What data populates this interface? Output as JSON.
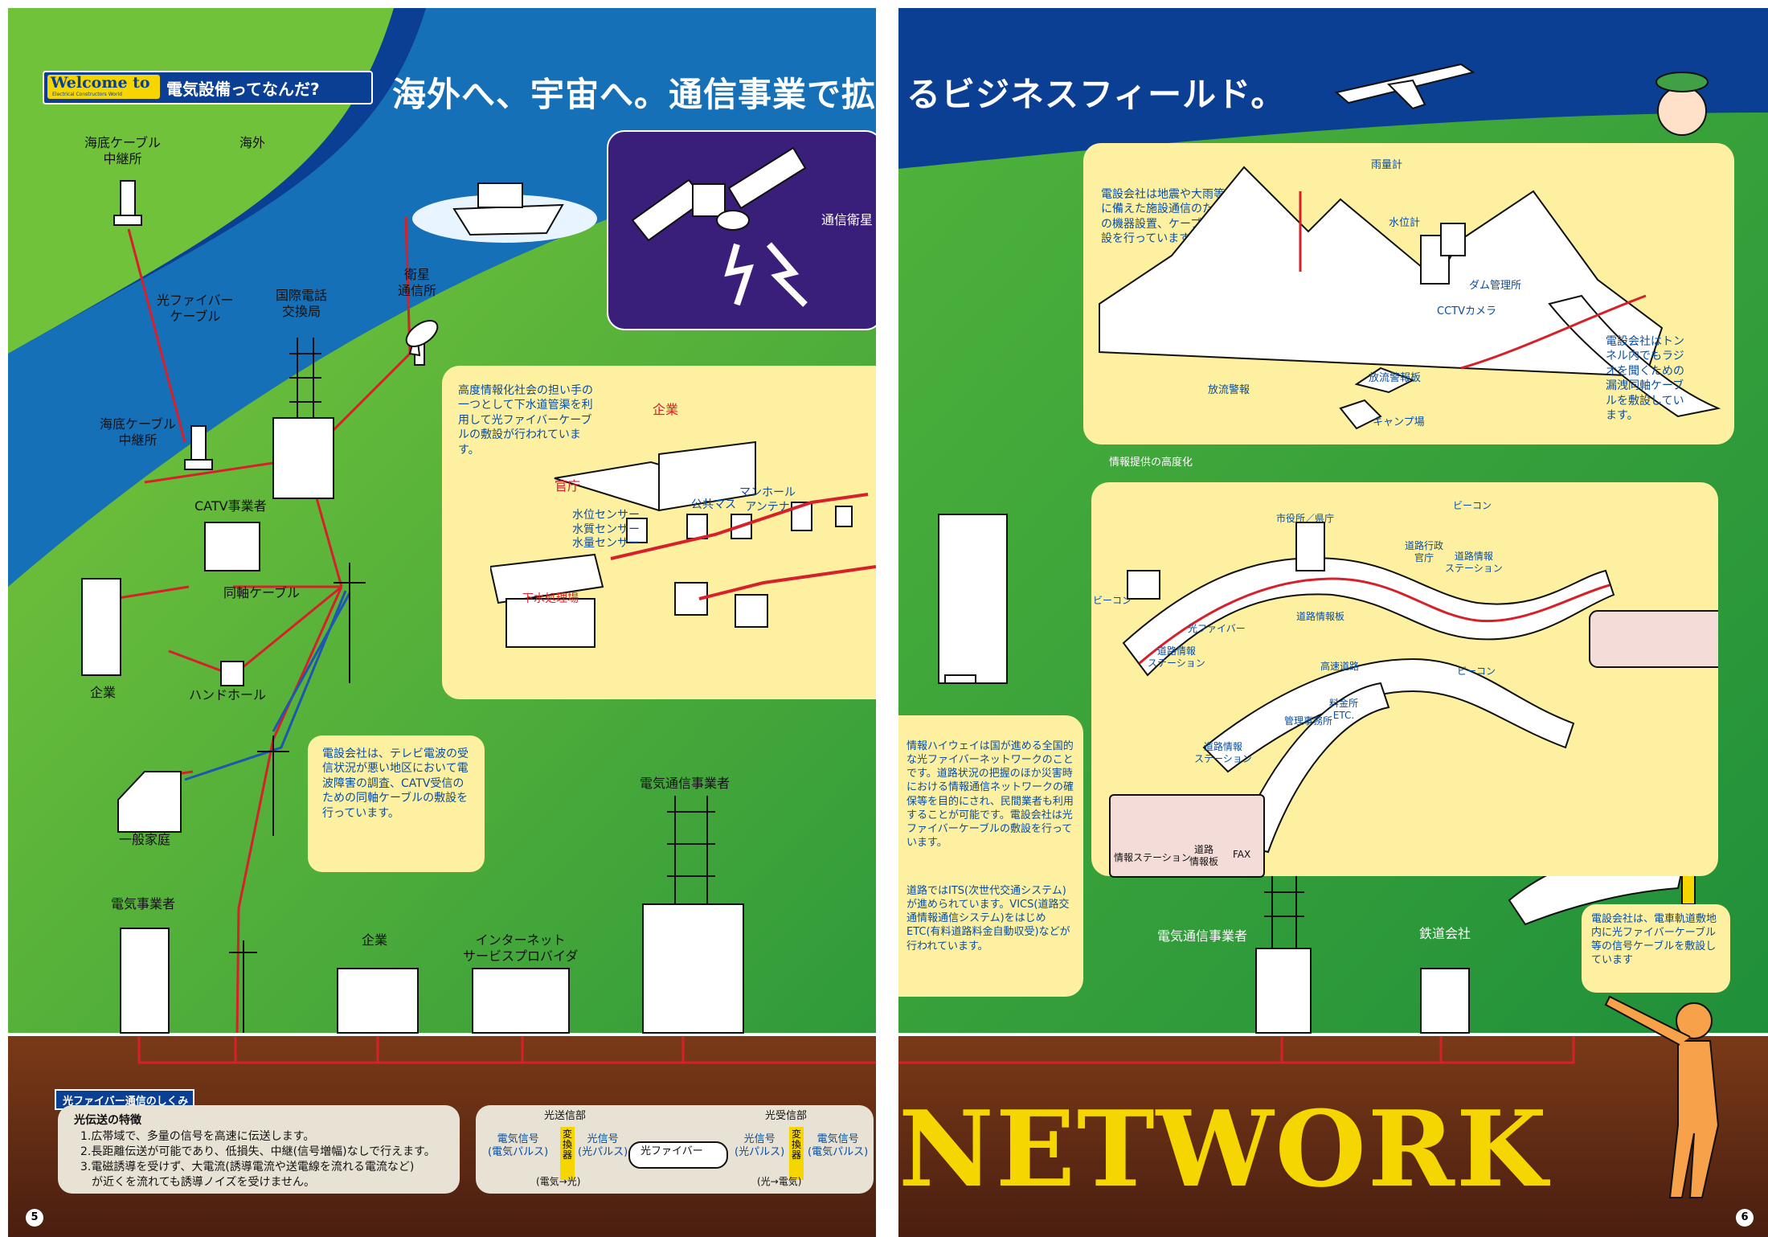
{
  "left": {
    "welcome": {
      "en": "Welcome to",
      "en_sub": "Electrical Constructors World",
      "jp": "電気設備ってなんだ?"
    },
    "headline": "海外へ、宇宙へ。通信事業で拡が",
    "labels": {
      "submarine_relay_1": "海底ケーブル\n中継所",
      "overseas": "海外",
      "optical_fiber": "光ファイバー\nケーブル",
      "intl_telephone": "国際電話\n交換局",
      "satellite_station": "衛星\n通信所",
      "comm_satellite": "通信衛星",
      "submarine_relay_2": "海底ケーブル\n中継所",
      "catv": "CATV事業者",
      "coaxial": "同軸ケーブル",
      "company_1": "企業",
      "handhole": "ハンドホール",
      "household": "一般家庭",
      "power_company": "電気事業者",
      "company_2": "企業",
      "isp": "インターネット\nサービスプロバイダ",
      "telecom": "電気通信事業者"
    },
    "sewer_panel": {
      "text": "高度情報化社会の担い手の一つとして下水道管渠を利用して光ファイバーケーブルの敷設が行われています。",
      "labels": {
        "enterprise": "企業",
        "government": "官庁",
        "sensors": "水位センサー\n水質センサー\n水量センサー",
        "public_basin": "公共マス",
        "manhole": "マンホール\nアンテナ",
        "sewage": "下水処理場"
      }
    },
    "catv_text": "電設会社は、テレビ電波の受信状況が悪い地区において電波障害の調査、CATV受信のための同軸ケーブルの敷設を行っています。",
    "fiber_box": {
      "title": "光ファイバー通信のしくみ",
      "features_title": "光伝送の特徴",
      "features": [
        "1.広帯域で、多量の信号を高速に伝送します。",
        "2.長距離伝送が可能であり、低損失、中継(信号増幅)なしで行えます。",
        "3.電磁誘導を受けず、大電流(誘導電流や送電線を流れる電流など)\n　が近くを流れても誘導ノイズを受けません。"
      ]
    },
    "diagram": {
      "tx": "光送信部",
      "rx": "光受信部",
      "elec_signal_1": "電気信号\n(電気パルス)",
      "converter_1": "変換器",
      "opt_signal_1": "光信号\n(光パルス)",
      "fiber": "光ファイバー",
      "opt_signal_2": "光信号\n(光パルス)",
      "converter_2": "変換器",
      "elec_signal_2": "電気信号\n(電気パルス)",
      "conv_note_1": "(電気→光)",
      "conv_note_2": "(光→電気)"
    },
    "page_number": "5"
  },
  "right": {
    "headline": "るビジネスフィールド。",
    "dam_panel": {
      "text": "電設会社は地震や大雨等に備えた施設通信のための機器設置、ケーブル敷設を行っています。",
      "labels": {
        "rain_gauge": "雨量計",
        "water_gauge": "水位計",
        "dam": "ダム管理所",
        "cctv": "CCTVカメラ",
        "discharge_alarm": "放流警報",
        "discharge_board": "放流警報板",
        "camp": "キャンプ場"
      },
      "tunnel_text": "電設会社はトンネル内でもラジオを聞くための漏洩同軸ケーブルを敷設しています。"
    },
    "info_caption": "情報提供の高度化",
    "highway_panel": {
      "labels": {
        "city_hall": "市役所／県庁",
        "beacon_1": "ビーコン",
        "beacon_2": "ビーコン",
        "beacon_3": "ビーコン",
        "road_admin": "道路行政\n官庁",
        "road_station_1": "道路情報\nステーション",
        "optical_fiber": "光ファイバー",
        "road_board": "道路情報板",
        "road_station_2": "道路情報\nステーション",
        "expressway": "高速道路",
        "toll": "料金所\nETC.",
        "admin_office": "管理事務所",
        "road_station_3": "道路情報\nステーション",
        "info_station": "情報ステーション",
        "info_board": "道路\n情報板",
        "fax": "FAX"
      },
      "text1": "情報ハイウェイは国が進める全国的な光ファイバーネットワークのことです。道路状況の把握のほか災害時における情報通信ネットワークの確保等を目的にされ、民間業者も利用することが可能です。電設会社は光ファイバーケーブルの敷設を行っています。",
      "text2": "道路ではITS(次世代交通システム)が進められています。VICS(道路交通情報通信システム)をはじめETC(有料道路料金自動収受)などが行われています。"
    },
    "railway_text": "電設会社は、電車軌道敷地内に光ファイバーケーブル等の信号ケーブルを敷設しています",
    "telecom": "電気通信事業者",
    "railway": "鉄道会社",
    "network": "NETWORK",
    "page_number": "6"
  },
  "colors": {
    "sky": "#0b3f93",
    "green": "#5bb43a",
    "ocean": "#1570b8",
    "ground": "#6b2a18",
    "panel": "#fdf0a0",
    "space": "#3a1f7a",
    "network": "#f5d600",
    "cable_red": "#d6202a",
    "cable_blue": "#1e56b0"
  }
}
